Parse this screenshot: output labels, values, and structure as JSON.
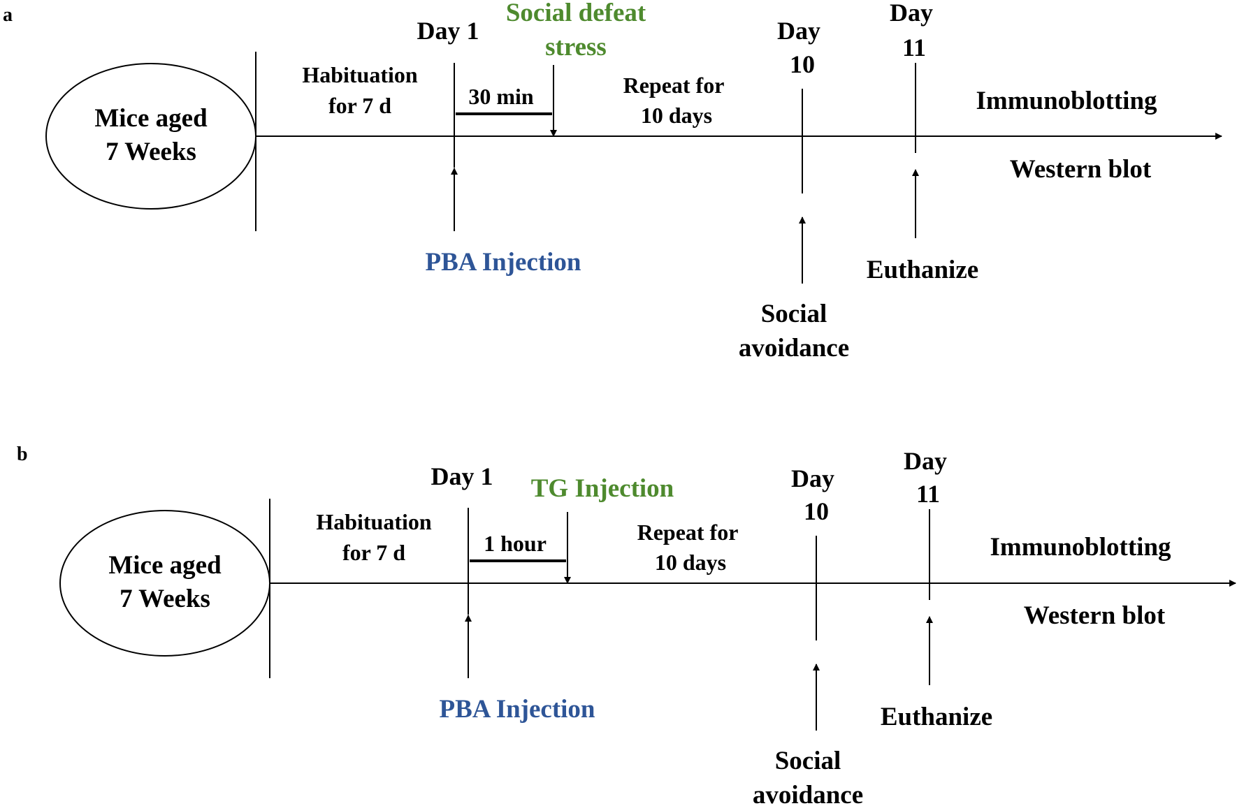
{
  "colors": {
    "ink": "#000000",
    "blue": "#2e5597",
    "green": "#4e8a2e"
  },
  "panels": [
    {
      "letter": "a",
      "mice_line1": "Mice aged",
      "mice_line2": "7 Weeks",
      "habituation_line1": "Habituation",
      "habituation_line2": "for 7 d",
      "day1": "Day 1",
      "interval": "30 min",
      "treatment_line1": "Social defeat",
      "treatment_line2": "stress",
      "repeat_line1": "Repeat for",
      "repeat_line2": "10 days",
      "day10_line1": "Day",
      "day10_line2": "10",
      "day11_line1": "Day",
      "day11_line2": "11",
      "immunoblotting": "Immunoblotting",
      "western_blot": "Western blot",
      "pba_injection": "PBA Injection",
      "euthanize": "Euthanize",
      "social_line1": "Social",
      "social_line2": "avoidance"
    },
    {
      "letter": "b",
      "mice_line1": "Mice aged",
      "mice_line2": "7 Weeks",
      "habituation_line1": "Habituation",
      "habituation_line2": "for 7 d",
      "day1": "Day 1",
      "interval": "1 hour",
      "treatment_line1": "TG Injection",
      "treatment_line2": "",
      "repeat_line1": "Repeat for",
      "repeat_line2": "10 days",
      "day10_line1": "Day",
      "day10_line2": "10",
      "day11_line1": "Day",
      "day11_line2": "11",
      "immunoblotting": "Immunoblotting",
      "western_blot": "Western blot",
      "pba_injection": "PBA Injection",
      "euthanize": "Euthanize",
      "social_line1": "Social",
      "social_line2": "avoidance"
    }
  ]
}
